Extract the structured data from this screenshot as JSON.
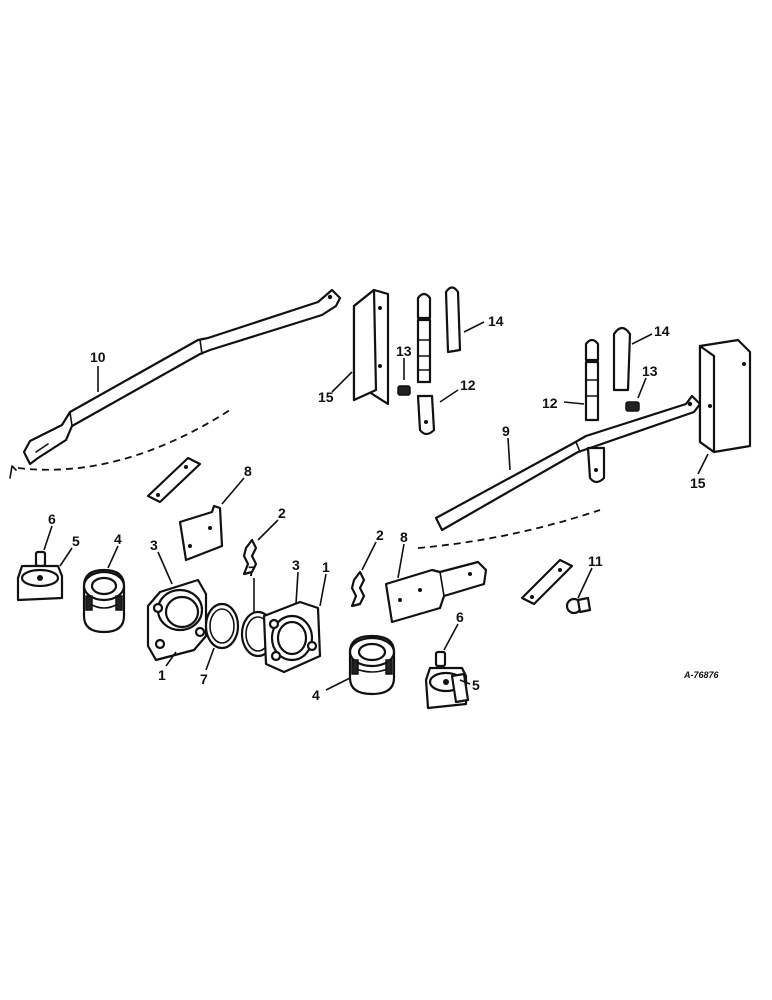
{
  "diagram": {
    "reference_number": "A-76876",
    "callouts": [
      {
        "id": "c10a",
        "label": "10"
      },
      {
        "id": "c15a",
        "label": "15"
      },
      {
        "id": "c13a",
        "label": "13"
      },
      {
        "id": "c12a",
        "label": "12"
      },
      {
        "id": "c14a",
        "label": "14"
      },
      {
        "id": "c14b",
        "label": "14"
      },
      {
        "id": "c13b",
        "label": "13"
      },
      {
        "id": "c12b",
        "label": "12"
      },
      {
        "id": "c9",
        "label": "9"
      },
      {
        "id": "c15b",
        "label": "15"
      },
      {
        "id": "c8a",
        "label": "8"
      },
      {
        "id": "c2a",
        "label": "2"
      },
      {
        "id": "c6a",
        "label": "6"
      },
      {
        "id": "c5a",
        "label": "5"
      },
      {
        "id": "c4a",
        "label": "4"
      },
      {
        "id": "c3a",
        "label": "3"
      },
      {
        "id": "c7a",
        "label": "7"
      },
      {
        "id": "c1a",
        "label": "1"
      },
      {
        "id": "c7b",
        "label": "7"
      },
      {
        "id": "c3b",
        "label": "3"
      },
      {
        "id": "c1b",
        "label": "1"
      },
      {
        "id": "c2b",
        "label": "2"
      },
      {
        "id": "c8b",
        "label": "8"
      },
      {
        "id": "c11",
        "label": "11"
      },
      {
        "id": "c6b",
        "label": "6"
      },
      {
        "id": "c5b",
        "label": "5"
      },
      {
        "id": "c4b",
        "label": "4"
      }
    ]
  }
}
